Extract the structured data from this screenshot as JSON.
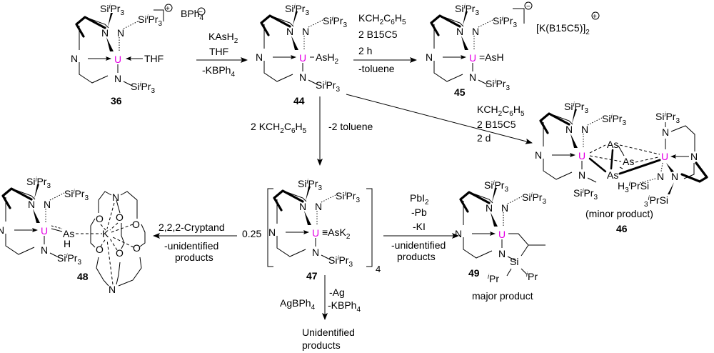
{
  "scheme": {
    "accent_colors": {
      "uranium": "#e600e6",
      "ink": "#000000"
    },
    "substituent": {
      "si": "Si",
      "ipr_sup": "i",
      "pr": "Pr",
      "three": "3"
    },
    "atoms": {
      "U": "U",
      "N": "N",
      "As": "As",
      "O": "O",
      "K": "K",
      "H": "H",
      "Si": "Si"
    },
    "compounds": [
      {
        "id": "36",
        "label": "36",
        "ligand": "THF",
        "charge": "+",
        "counterion": "BPh",
        "counterion_sub": "4",
        "counterion_charge": "−"
      },
      {
        "id": "44",
        "label": "44",
        "ligand": "AsH",
        "ligand_sub": "2"
      },
      {
        "id": "45",
        "label": "45",
        "ligand": "=AsH",
        "charge": "−",
        "counterion": "[K(B15C5)]",
        "counterion_sub": "2",
        "counterion_charge": "+"
      },
      {
        "id": "46",
        "label": "46",
        "note": "(minor product)",
        "extra_h": "H",
        "extra_sub": "3",
        "ipr_si": "PrSi",
        "ipr_si_sub": "3"
      },
      {
        "id": "47",
        "label": "47",
        "ligand": "≡AsK",
        "ligand_sub": "2",
        "coefficient": "0.25",
        "bracket_sub": "4"
      },
      {
        "id": "48",
        "label": "48",
        "ligand": "As",
        "h": "H"
      },
      {
        "id": "49",
        "label": "49",
        "note": "major product",
        "ipr_left": "Pr",
        "ipr_right": "Pr"
      }
    ],
    "reactions": [
      {
        "from": "36",
        "to": "44",
        "above": [
          "KAsH",
          "THF"
        ],
        "above_sub": [
          "2",
          ""
        ],
        "below": [
          "-KBPh"
        ],
        "below_sub": [
          "4"
        ]
      },
      {
        "from": "44",
        "to": "45",
        "above": [
          "KCH",
          "2 B15C5",
          "2 h"
        ],
        "below": [
          "-toluene"
        ]
      },
      {
        "from": "44",
        "to": "46",
        "conditions": [
          "KCH",
          "2 B15C5",
          "2 d"
        ]
      },
      {
        "from": "44",
        "to": "47",
        "left": "2 KCH",
        "right": "-2 toluene"
      },
      {
        "from": "47",
        "to": "48",
        "above": "2,2,2-Cryptand",
        "below": [
          "-unidentified",
          "products"
        ]
      },
      {
        "from": "47",
        "to": "49",
        "above": [
          "PbI",
          "-Pb",
          "-KI"
        ],
        "above_sub": [
          "2",
          "",
          ""
        ],
        "below": [
          "-unidentified",
          "products"
        ]
      },
      {
        "from": "47",
        "to": "unidentified",
        "left": "AgBPh",
        "left_sub": "4",
        "right": [
          "-Ag",
          "-KBPh"
        ],
        "right_sub": [
          "",
          "4"
        ],
        "product": [
          "Unidentified",
          "products"
        ]
      }
    ],
    "benzyl": {
      "k": "KCH",
      "s1": "2",
      "c": "C",
      "s2": "6",
      "h": "H",
      "s3": "5"
    }
  }
}
